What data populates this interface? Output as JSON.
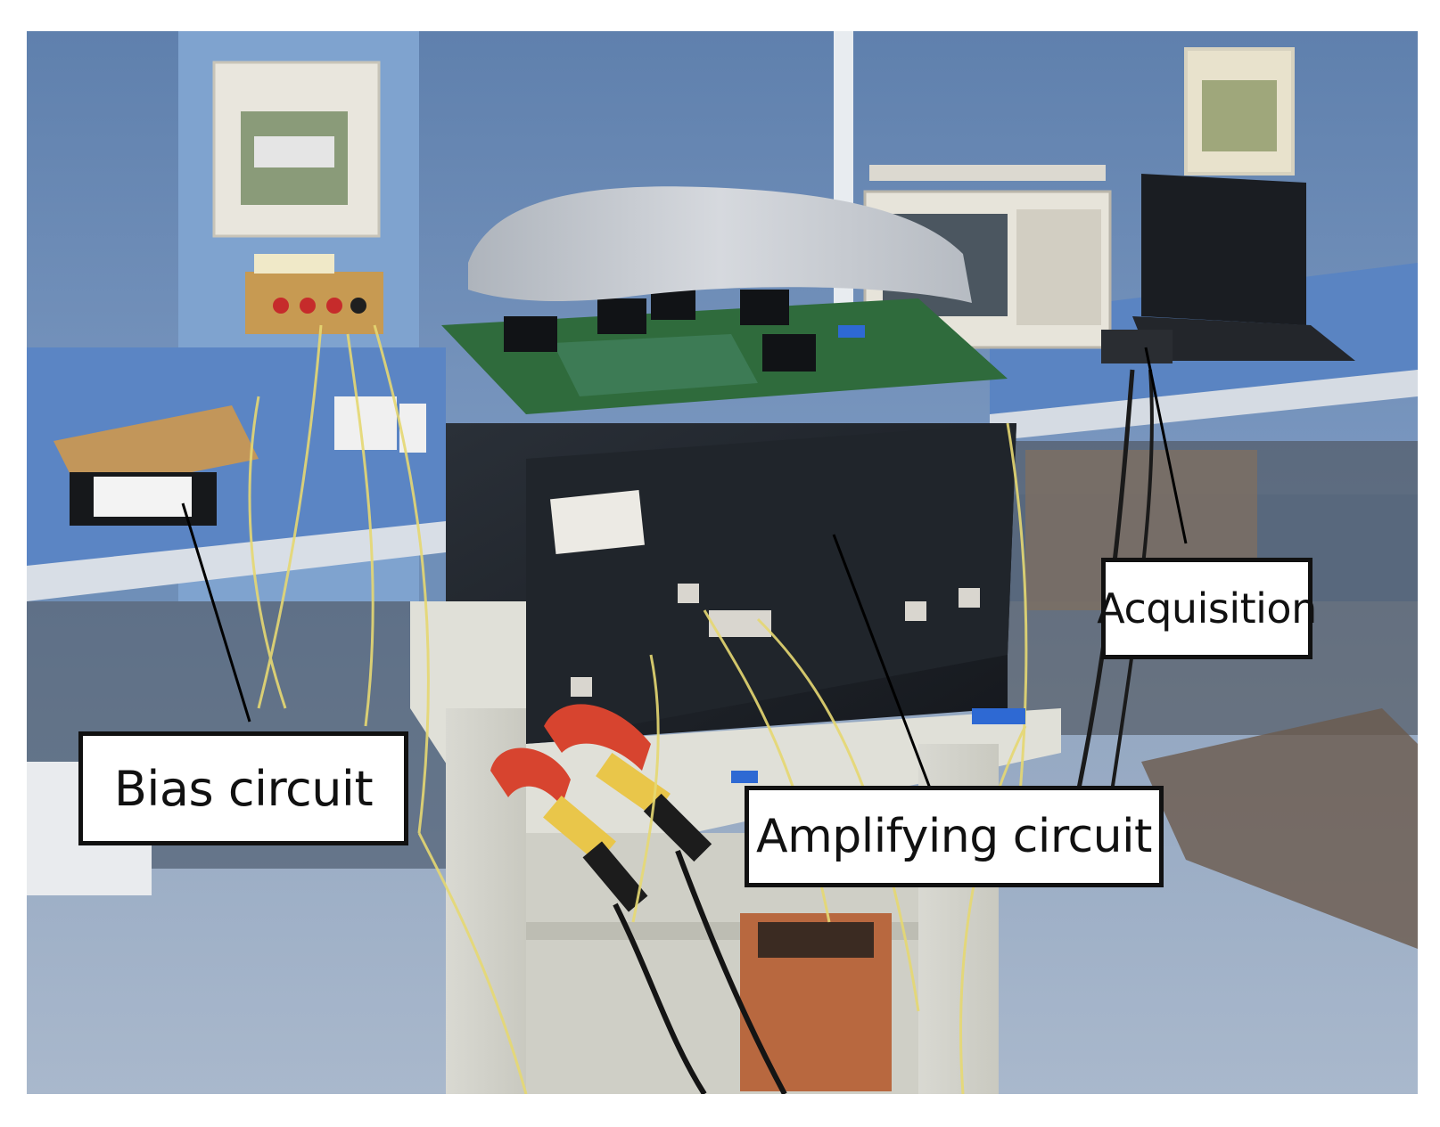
{
  "labels": {
    "bias": "Bias circuit",
    "amplifying": "Amplifying circuit",
    "acquisition": "Acquisition"
  },
  "colors": {
    "wall": "#6f8fb8",
    "bench": "#5b85c4",
    "floor": "#9fb0c6",
    "cabinet": "#1d2126",
    "pcb": "#2f6b3c",
    "cover": "#c8ccd2",
    "wire": "#e6d872",
    "probe": "#d7442f",
    "label_border": "#111111"
  }
}
